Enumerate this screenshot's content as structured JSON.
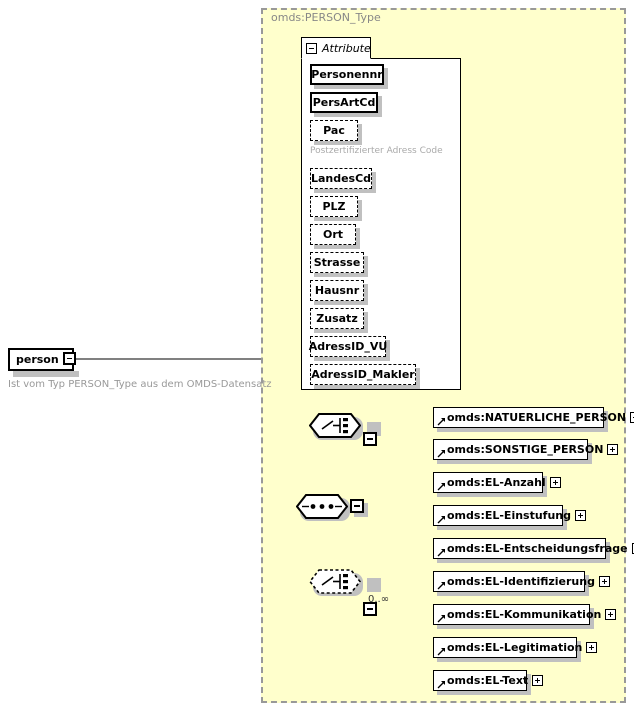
{
  "diagram": {
    "kind": "xsd-schema-diagram",
    "background_color": "#ffffff",
    "type_container": {
      "title": "omds:PERSON_Type",
      "fill_color": "#ffffcc",
      "border_color": "#999999",
      "border_style": "dashed"
    },
    "root_element": {
      "name": "person",
      "expander": "minus",
      "annotation": "Ist vom Typ PERSON_Type aus dem OMDS-Datensatz",
      "occurrence": "required"
    },
    "attribute_panel": {
      "tab_label": "Attribute",
      "tab_expander": "minus",
      "attributes": [
        {
          "name": "Personennr",
          "use": "required",
          "annotation": ""
        },
        {
          "name": "PersArtCd",
          "use": "required",
          "annotation": ""
        },
        {
          "name": "Pac",
          "use": "optional",
          "annotation": "Postzertifizierter Adress Code"
        },
        {
          "name": "LandesCd",
          "use": "optional",
          "annotation": ""
        },
        {
          "name": "PLZ",
          "use": "optional",
          "annotation": ""
        },
        {
          "name": "Ort",
          "use": "optional",
          "annotation": ""
        },
        {
          "name": "Strasse",
          "use": "optional",
          "annotation": ""
        },
        {
          "name": "Hausnr",
          "use": "optional",
          "annotation": ""
        },
        {
          "name": "Zusatz",
          "use": "optional",
          "annotation": ""
        },
        {
          "name": "AdressID_VU",
          "use": "optional",
          "annotation": ""
        },
        {
          "name": "AdressID_Makler",
          "use": "optional",
          "annotation": ""
        }
      ]
    },
    "compositors": {
      "sequence": {
        "type": "sequence",
        "glyph": "dots",
        "expander": "minus",
        "occurrence": "required"
      },
      "choice_person": {
        "type": "choice",
        "glyph": "switch",
        "expander": "minus",
        "occurrence": "required",
        "cardinality": ""
      },
      "choice_el": {
        "type": "choice",
        "glyph": "switch",
        "expander": "minus",
        "occurrence": "optional",
        "cardinality": "0..∞"
      }
    },
    "choice_person_members": [
      {
        "name": "omds:NATUERLICHE_PERSON",
        "expander": "plus",
        "is_reference": true
      },
      {
        "name": "omds:SONSTIGE_PERSON",
        "expander": "plus",
        "is_reference": true
      }
    ],
    "choice_el_members": [
      {
        "name": "omds:EL-Anzahl",
        "expander": "plus",
        "is_reference": true
      },
      {
        "name": "omds:EL-Einstufung",
        "expander": "plus",
        "is_reference": true
      },
      {
        "name": "omds:EL-Entscheidungsfrage",
        "expander": "plus",
        "is_reference": true
      },
      {
        "name": "omds:EL-Identifizierung",
        "expander": "plus",
        "is_reference": true
      },
      {
        "name": "omds:EL-Kommunikation",
        "expander": "plus",
        "is_reference": true
      },
      {
        "name": "omds:EL-Legitimation",
        "expander": "plus",
        "is_reference": true
      },
      {
        "name": "omds:EL-Text",
        "expander": "plus",
        "is_reference": true
      }
    ]
  }
}
